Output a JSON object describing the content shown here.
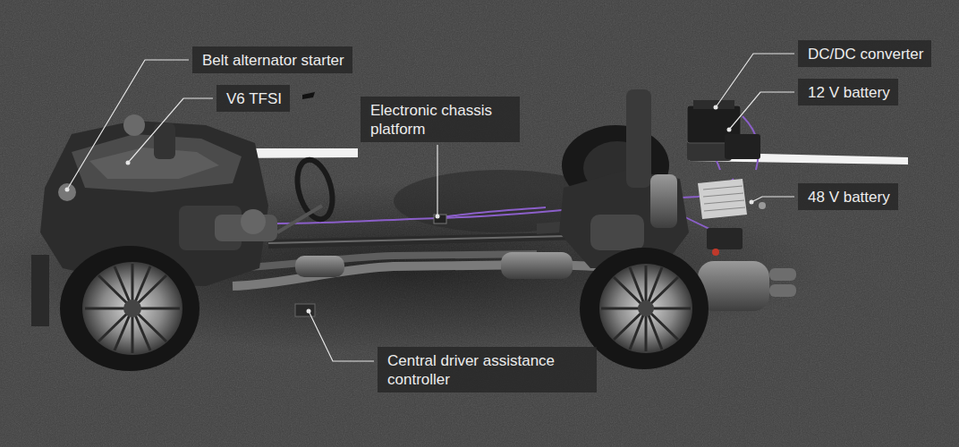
{
  "diagram": {
    "labels": [
      "Belt alternator starter",
      "V6 TFSI",
      "Electronic chassis platform",
      "DC/DC converter",
      "12 V battery",
      "48 V battery",
      "Central driver assistance controller"
    ]
  }
}
